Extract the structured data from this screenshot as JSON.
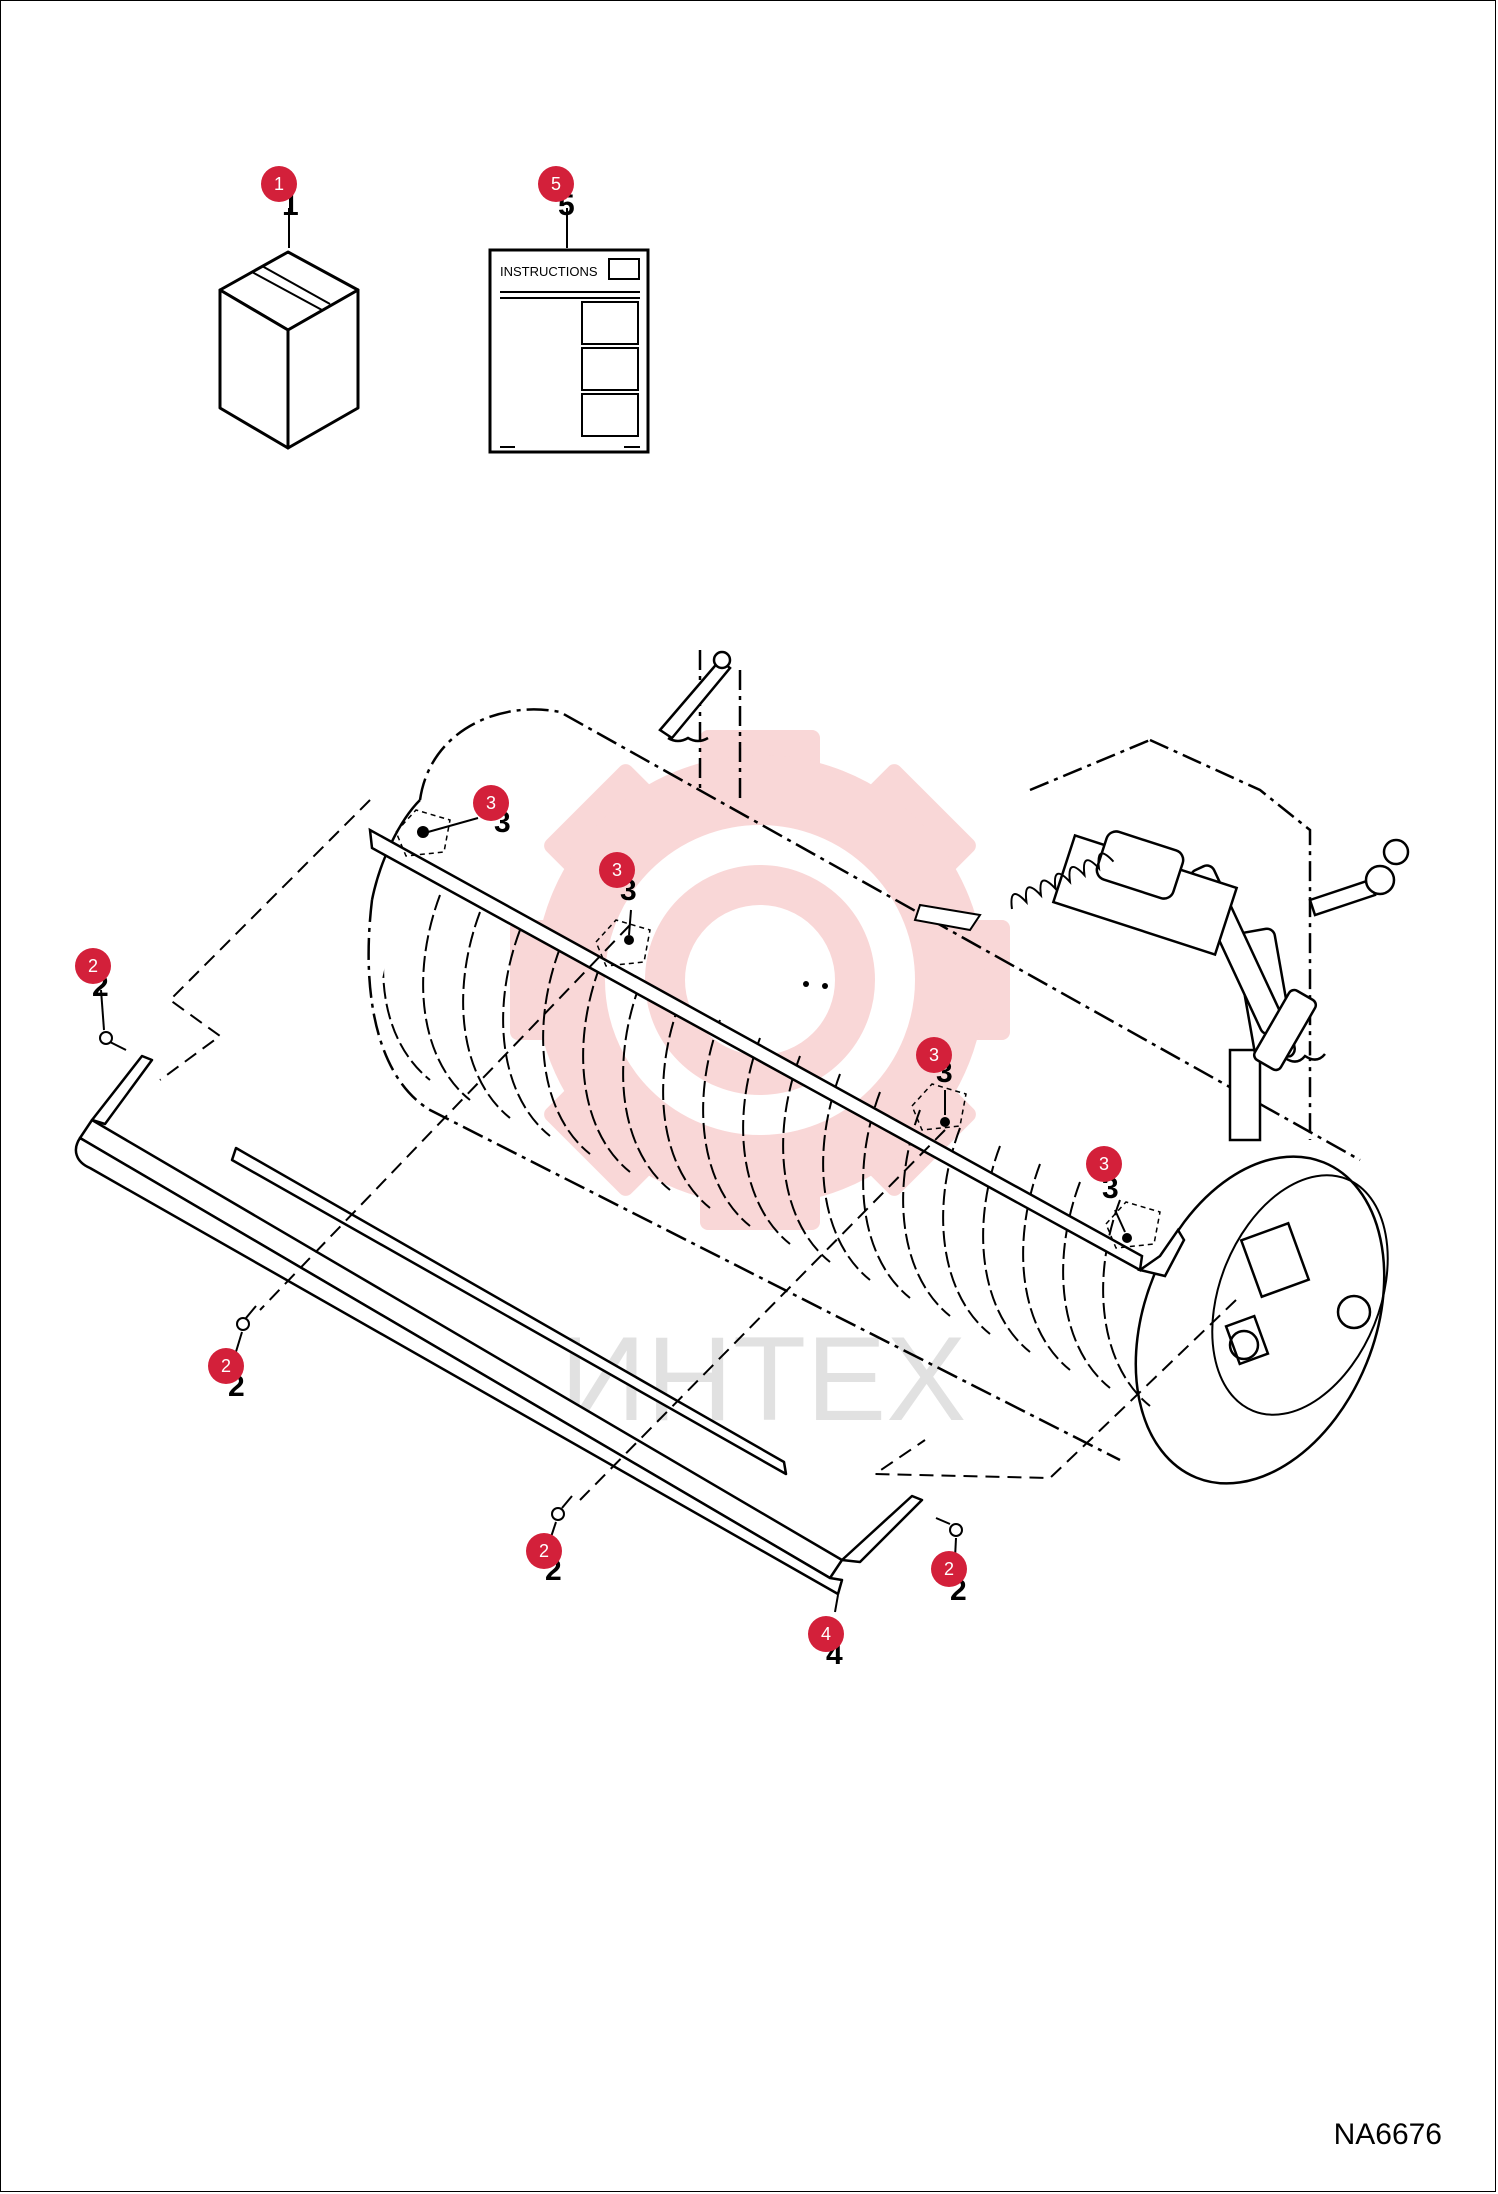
{
  "drawing_code": "NA6676",
  "watermark_text": "ИНТЕХ",
  "instructions_label": "INSTRUCTIONS",
  "colors": {
    "callout": "#d3203a",
    "watermark": "#f5b7b7",
    "line": "#000000"
  },
  "callouts": [
    {
      "id": "c1",
      "label": "1"
    },
    {
      "id": "c5",
      "label": "5"
    },
    {
      "id": "c3a",
      "label": "3"
    },
    {
      "id": "c3b",
      "label": "3"
    },
    {
      "id": "c3c",
      "label": "3"
    },
    {
      "id": "c3d",
      "label": "3"
    },
    {
      "id": "c2a",
      "label": "2"
    },
    {
      "id": "c2b",
      "label": "2"
    },
    {
      "id": "c2c",
      "label": "2"
    },
    {
      "id": "c2d",
      "label": "2"
    },
    {
      "id": "c4",
      "label": "4"
    }
  ]
}
